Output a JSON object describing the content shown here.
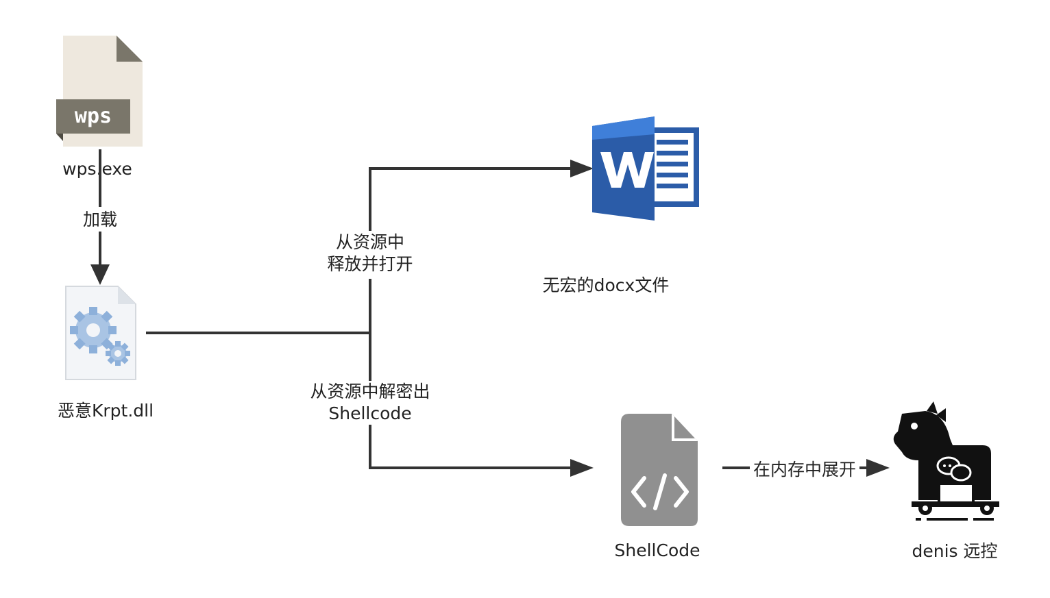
{
  "nodes": {
    "wps_exe": {
      "label": "wps.exe",
      "icon": "wps-file-icon",
      "badge": "wps"
    },
    "krpt_dll": {
      "label": "恶意Krpt.dll",
      "icon": "dll-gear-file-icon"
    },
    "docx": {
      "label": "无宏的docx文件",
      "icon": "word-icon"
    },
    "shellcode": {
      "label": "ShellCode",
      "icon": "code-file-icon"
    },
    "denis": {
      "label": "denis 远控",
      "icon": "trojan-horse-icon"
    }
  },
  "edges": {
    "load": {
      "label": "加载"
    },
    "release": {
      "label_line1": "从资源中",
      "label_line2": "释放并打开"
    },
    "decrypt": {
      "label_line1": "从资源中解密出",
      "label_line2": "Shellcode"
    },
    "expand": {
      "label": "在内存中展开"
    }
  },
  "colors": {
    "line": "#333333",
    "word_blue": "#2B5CA8",
    "word_blue_light": "#3F7FD9",
    "code_file_gray": "#909090",
    "wps_paper": "#EEE8DE",
    "wps_badge": "#7A766A",
    "trojan_black": "#111111"
  }
}
